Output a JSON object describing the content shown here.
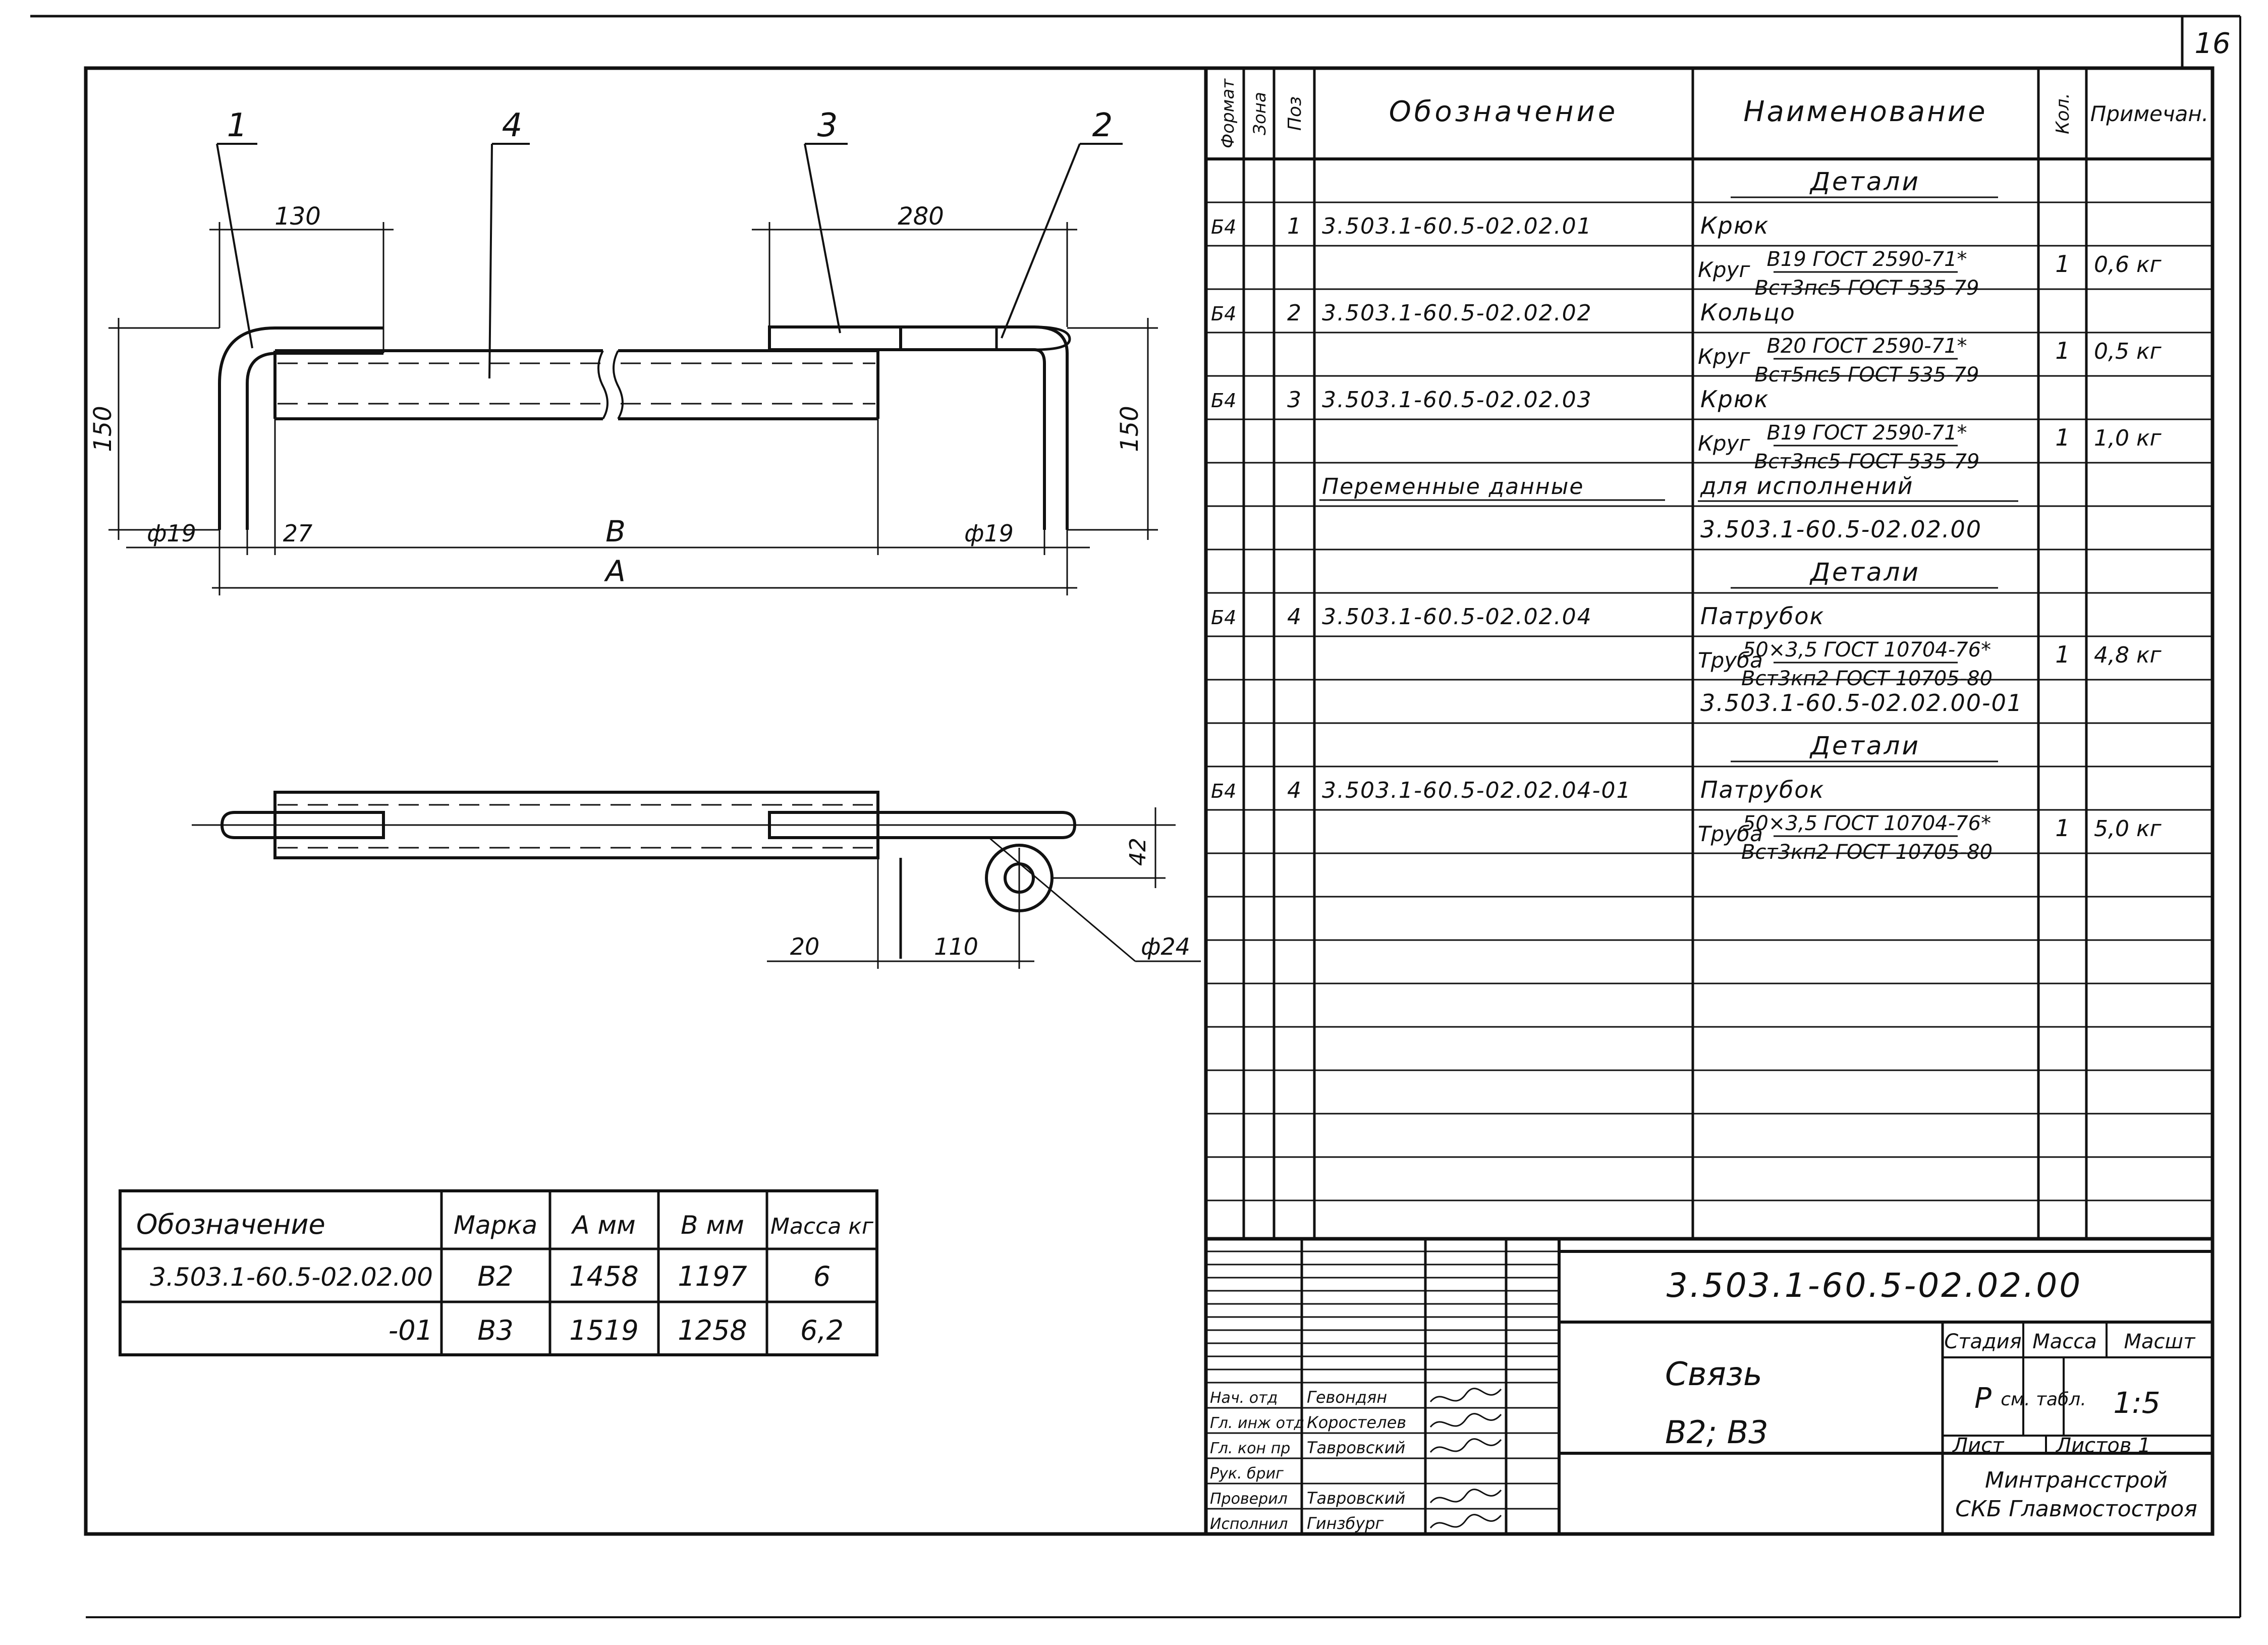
{
  "sheet_number": "16",
  "drawing": {
    "callouts": [
      "1",
      "4",
      "3",
      "2"
    ],
    "dims": {
      "top_left": "130",
      "top_right": "280",
      "height_left": "150",
      "height_right": "150",
      "dia_left": "ф19",
      "dia_right": "ф19",
      "offset": "27",
      "len_b": "B",
      "len_a": "A",
      "plan_20": "20",
      "plan_110": "110",
      "plan_42": "42",
      "plan_dia": "ф24"
    }
  },
  "spec": {
    "headers": {
      "format": "Формат",
      "zone": "Зона",
      "pos": "Поз",
      "designation": "Обозначение",
      "name": "Наименование",
      "qty": "Кол.",
      "note": "Примечан."
    },
    "rows": [
      {
        "format": "",
        "pos": "",
        "designation": "",
        "name": "Детали",
        "underline": true,
        "qty": "",
        "note": ""
      },
      {
        "format": "Б4",
        "pos": "1",
        "designation": "3.503.1-60.5-02.02.01",
        "name": "Крюк",
        "qty": "",
        "note": ""
      },
      {
        "format": "",
        "pos": "",
        "designation": "",
        "name": "Круг",
        "frac_top": "В19 ГОСТ 2590-71*",
        "frac_bot": "Вст3пс5 ГОСТ 535-79",
        "qty": "1",
        "note": "0,6 кг"
      },
      {
        "format": "Б4",
        "pos": "2",
        "designation": "3.503.1-60.5-02.02.02",
        "name": "Кольцо",
        "qty": "",
        "note": ""
      },
      {
        "format": "",
        "pos": "",
        "designation": "",
        "name": "Круг",
        "frac_top": "В20 ГОСТ 2590-71*",
        "frac_bot": "Вст5пс5 ГОСТ 535-79",
        "qty": "1",
        "note": "0,5 кг"
      },
      {
        "format": "Б4",
        "pos": "3",
        "designation": "3.503.1-60.5-02.02.03",
        "name": "Крюк",
        "qty": "",
        "note": ""
      },
      {
        "format": "",
        "pos": "",
        "designation": "",
        "name": "Круг",
        "frac_top": "В19 ГОСТ 2590-71*",
        "frac_bot": "Вст3пс5-ГОСТ 535-79",
        "qty": "1",
        "note": "1,0 кг"
      },
      {
        "format": "",
        "pos": "",
        "designation": "Переменные данные",
        "name": "для исполнений",
        "underline": true,
        "qty": "",
        "note": ""
      },
      {
        "format": "",
        "pos": "",
        "designation": "",
        "name": "3.503.1-60.5-02.02.00",
        "qty": "",
        "note": ""
      },
      {
        "format": "",
        "pos": "",
        "designation": "",
        "name": "Детали",
        "underline": true,
        "qty": "",
        "note": ""
      },
      {
        "format": "Б4",
        "pos": "4",
        "designation": "3.503.1-60.5-02.02.04",
        "name": "Патрубок",
        "qty": "",
        "note": ""
      },
      {
        "format": "",
        "pos": "",
        "designation": "",
        "name": "Труба",
        "frac_top": "50×3,5 ГОСТ 10704-76*",
        "frac_bot": "Вст3кп2 ГОСТ 10705-80",
        "qty": "1",
        "note": "4,8 кг"
      },
      {
        "format": "",
        "pos": "",
        "designation": "",
        "name": "3.503.1-60.5-02.02.00-01",
        "qty": "",
        "note": ""
      },
      {
        "format": "",
        "pos": "",
        "designation": "",
        "name": "Детали",
        "underline": true,
        "qty": "",
        "note": ""
      },
      {
        "format": "Б4",
        "pos": "4",
        "designation": "3.503.1-60.5-02.02.04-01",
        "name": "Патрубок",
        "qty": "",
        "note": ""
      },
      {
        "format": "",
        "pos": "",
        "designation": "",
        "name": "Труба",
        "frac_top": "50×3,5 ГОСТ 10704-76*",
        "frac_bot": "Вст3кп2 ГОСТ 10705-80",
        "qty": "1",
        "note": "5,0 кг"
      }
    ]
  },
  "variants": {
    "headers": [
      "Обозначение",
      "Марка",
      "А мм",
      "В мм",
      "Масса кг"
    ],
    "rows": [
      [
        "3.503.1-60.5-02.02.00",
        "В2",
        "1458",
        "1197",
        "6"
      ],
      [
        "-01",
        "В3",
        "1519",
        "1258",
        "6,2"
      ]
    ]
  },
  "title_block": {
    "doc_code": "3.503.1-60.5-02.02.00",
    "title_line1": "Связь",
    "title_line2": "В2; В3",
    "stage_label": "Стадия",
    "mass_label": "Масса",
    "scale_label": "Масшт",
    "stage": "Р",
    "mass": "см. табл.",
    "scale": "1:5",
    "sheet_label": "Лист",
    "sheets_label": "Листов 1",
    "org_line1": "Минтрансстрой",
    "org_line2": "СКБ Главмостостроя",
    "roles": [
      {
        "role": "Нач. отд",
        "name": "Гевондян"
      },
      {
        "role": "Гл. инж отд",
        "name": "Коростелев"
      },
      {
        "role": "Гл. кон пр",
        "name": "Тавровский"
      },
      {
        "role": "Рук. бриг",
        "name": ""
      },
      {
        "role": "Проверил",
        "name": "Тавровский"
      },
      {
        "role": "Исполнил",
        "name": "Гинзбург"
      }
    ]
  }
}
